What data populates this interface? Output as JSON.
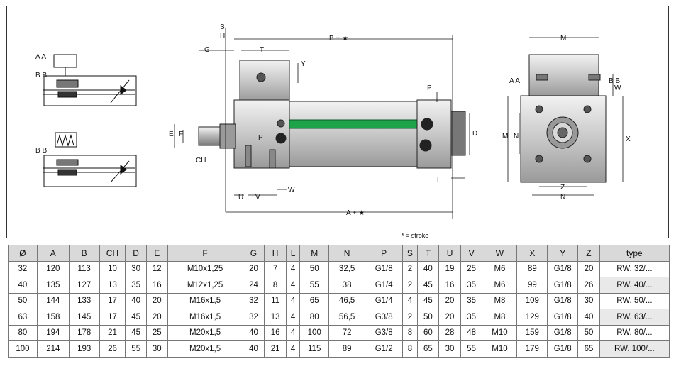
{
  "drawing": {
    "labels": {
      "S": "S",
      "H": "H",
      "G": "G",
      "T": "T",
      "B_stroke": "B + ★",
      "Y": "Y",
      "P_top": "P",
      "E": "E",
      "F": "F",
      "CH": "CH",
      "U": "U",
      "V": "V",
      "W": "W",
      "D": "D",
      "L": "L",
      "A_stroke": "A + ★",
      "P_mid": "P",
      "AA_left": "A A",
      "BB_left_top": "B B",
      "BB_left_bottom": "B B",
      "M_top": "M",
      "AA_right": "A A",
      "BB_right": "B B",
      "W_right": "W",
      "X": "X",
      "M_side": "M",
      "N_side": "N",
      "Z": "Z",
      "N_bottom": "N"
    },
    "note": "* = stroke"
  },
  "table": {
    "headers": [
      "Ø",
      "A",
      "B",
      "CH",
      "D",
      "E",
      "F",
      "G",
      "H",
      "L",
      "M",
      "N",
      "P",
      "S",
      "T",
      "U",
      "V",
      "W",
      "X",
      "Y",
      "Z",
      "type"
    ],
    "rows": [
      [
        "32",
        "120",
        "113",
        "10",
        "30",
        "12",
        "M10x1,25",
        "20",
        "7",
        "4",
        "50",
        "32,5",
        "G1/8",
        "2",
        "40",
        "19",
        "25",
        "M6",
        "89",
        "G1/8",
        "20",
        "RW. 32/..."
      ],
      [
        "40",
        "135",
        "127",
        "13",
        "35",
        "16",
        "M12x1,25",
        "24",
        "8",
        "4",
        "55",
        "38",
        "G1/4",
        "2",
        "45",
        "16",
        "35",
        "M6",
        "99",
        "G1/8",
        "26",
        "RW. 40/..."
      ],
      [
        "50",
        "144",
        "133",
        "17",
        "40",
        "20",
        "M16x1,5",
        "32",
        "11",
        "4",
        "65",
        "46,5",
        "G1/4",
        "4",
        "45",
        "20",
        "35",
        "M8",
        "109",
        "G1/8",
        "30",
        "RW. 50/..."
      ],
      [
        "63",
        "158",
        "145",
        "17",
        "45",
        "20",
        "M16x1,5",
        "32",
        "13",
        "4",
        "80",
        "56,5",
        "G3/8",
        "2",
        "50",
        "20",
        "35",
        "M8",
        "129",
        "G1/8",
        "40",
        "RW. 63/..."
      ],
      [
        "80",
        "194",
        "178",
        "21",
        "45",
        "25",
        "M20x1,5",
        "40",
        "16",
        "4",
        "100",
        "72",
        "G3/8",
        "8",
        "60",
        "28",
        "48",
        "M10",
        "159",
        "G1/8",
        "50",
        "RW. 80/..."
      ],
      [
        "100",
        "214",
        "193",
        "26",
        "55",
        "30",
        "M20x1,5",
        "40",
        "21",
        "4",
        "115",
        "89",
        "G1/2",
        "8",
        "65",
        "30",
        "55",
        "M10",
        "179",
        "G1/8",
        "65",
        "RW. 100/..."
      ]
    ]
  },
  "colors": {
    "rod_stripe": "#1fa34a",
    "body": "#d4d4d4",
    "header_bg": "#d9d9d9"
  }
}
